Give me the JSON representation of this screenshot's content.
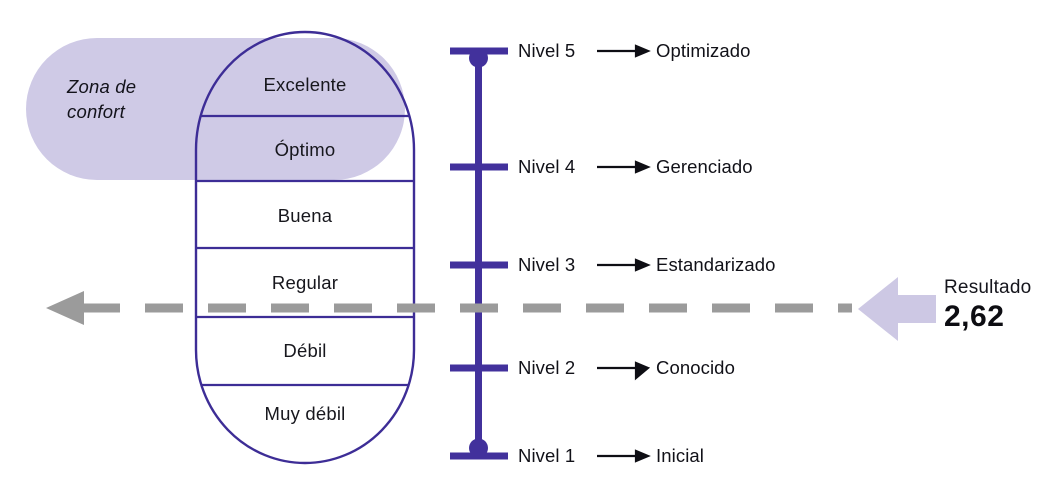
{
  "palette": {
    "purple_stroke": "#3d2d96",
    "purple_axis": "#42319c",
    "lavender_fill": "#cfcae6",
    "lavender_arrow": "#cdc8e4",
    "gray_dash": "#9b9b9b",
    "text_dark": "#111118",
    "white": "#ffffff"
  },
  "comfort_zone": {
    "label_line1": "Zona de",
    "label_line2": "confort",
    "label_full": "Zona de confort"
  },
  "scale_capsule": {
    "bands": [
      {
        "name": "Excelente",
        "in_comfort_zone": true
      },
      {
        "name": "Óptimo",
        "in_comfort_zone": true
      },
      {
        "name": "Buena",
        "in_comfort_zone": false
      },
      {
        "name": "Regular",
        "in_comfort_zone": false
      },
      {
        "name": "Débil",
        "in_comfort_zone": false
      },
      {
        "name": "Muy débil",
        "in_comfort_zone": false
      }
    ]
  },
  "levels": [
    {
      "level": "Nivel 5",
      "arrow": "→",
      "description": "Optimizado"
    },
    {
      "level": "Nivel 4",
      "arrow": "→",
      "description": "Gerenciado"
    },
    {
      "level": "Nivel 3",
      "arrow": "→",
      "description": "Estandarizado"
    },
    {
      "level": "Nivel 2",
      "arrow": "→",
      "description": "Conocido"
    },
    {
      "level": "Nivel 1",
      "arrow": "→",
      "description": "Inicial"
    }
  ],
  "result": {
    "title": "Resultado",
    "value": "2,62"
  }
}
